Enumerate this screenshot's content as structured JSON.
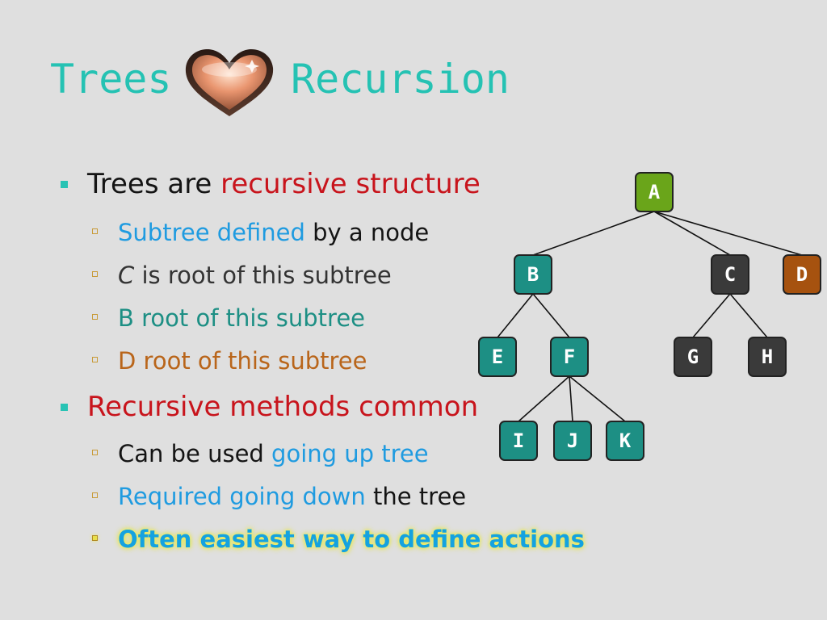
{
  "title": {
    "left": "Trees",
    "right": "Recursion",
    "heart_icon": "heart-icon",
    "color": "#25c2b3"
  },
  "bullets": [
    {
      "level": 1,
      "parts": [
        {
          "text": "Trees are ",
          "color": "black"
        },
        {
          "text": "recursive structure",
          "color": "red"
        }
      ]
    },
    {
      "level": 2,
      "parts": [
        {
          "text": "Subtree defined",
          "color": "blue"
        },
        {
          "text": " by a node",
          "color": "black"
        }
      ]
    },
    {
      "level": 2,
      "parts": [
        {
          "text": "C",
          "color": "gray",
          "italic": true
        },
        {
          "text": " is root of this subtree",
          "color": "gray"
        }
      ]
    },
    {
      "level": 2,
      "parts": [
        {
          "text": "B",
          "color": "teal"
        },
        {
          "text": " root of this subtree",
          "color": "teal"
        }
      ]
    },
    {
      "level": 2,
      "parts": [
        {
          "text": "D",
          "color": "brown"
        },
        {
          "text": " root of this subtree",
          "color": "brown"
        }
      ]
    },
    {
      "level": 1,
      "parts": [
        {
          "text": "Recursive methods common",
          "color": "red"
        }
      ]
    },
    {
      "level": 2,
      "parts": [
        {
          "text": "Can be used ",
          "color": "black"
        },
        {
          "text": "going up tree",
          "color": "blue"
        }
      ]
    },
    {
      "level": 2,
      "parts": [
        {
          "text": "Required going down",
          "color": "blue"
        },
        {
          "text": " the tree",
          "color": "black"
        }
      ]
    },
    {
      "level": 2,
      "emphasis": true,
      "parts": [
        {
          "text": "Often easiest way to define actions",
          "color": "glow"
        }
      ]
    }
  ],
  "colors": {
    "title": "#25c2b3",
    "red": "#c8141c",
    "blue": "#1f9be0",
    "teal": "#1d8f84",
    "brown": "#b9651a",
    "dark": "#3a3a3a",
    "green": "#6aa51a",
    "orange": "#a6520f"
  },
  "tree": {
    "nodes": [
      {
        "id": "A",
        "fill": "#6aa51a",
        "parent": null
      },
      {
        "id": "B",
        "fill": "#1d8f84",
        "parent": "A"
      },
      {
        "id": "C",
        "fill": "#3a3a3a",
        "parent": "A"
      },
      {
        "id": "D",
        "fill": "#a6520f",
        "parent": "A"
      },
      {
        "id": "E",
        "fill": "#1d8f84",
        "parent": "B"
      },
      {
        "id": "F",
        "fill": "#1d8f84",
        "parent": "B"
      },
      {
        "id": "G",
        "fill": "#3a3a3a",
        "parent": "C"
      },
      {
        "id": "H",
        "fill": "#3a3a3a",
        "parent": "C"
      },
      {
        "id": "I",
        "fill": "#1d8f84",
        "parent": "F"
      },
      {
        "id": "J",
        "fill": "#1d8f84",
        "parent": "F"
      },
      {
        "id": "K",
        "fill": "#1d8f84",
        "parent": "F"
      }
    ]
  }
}
